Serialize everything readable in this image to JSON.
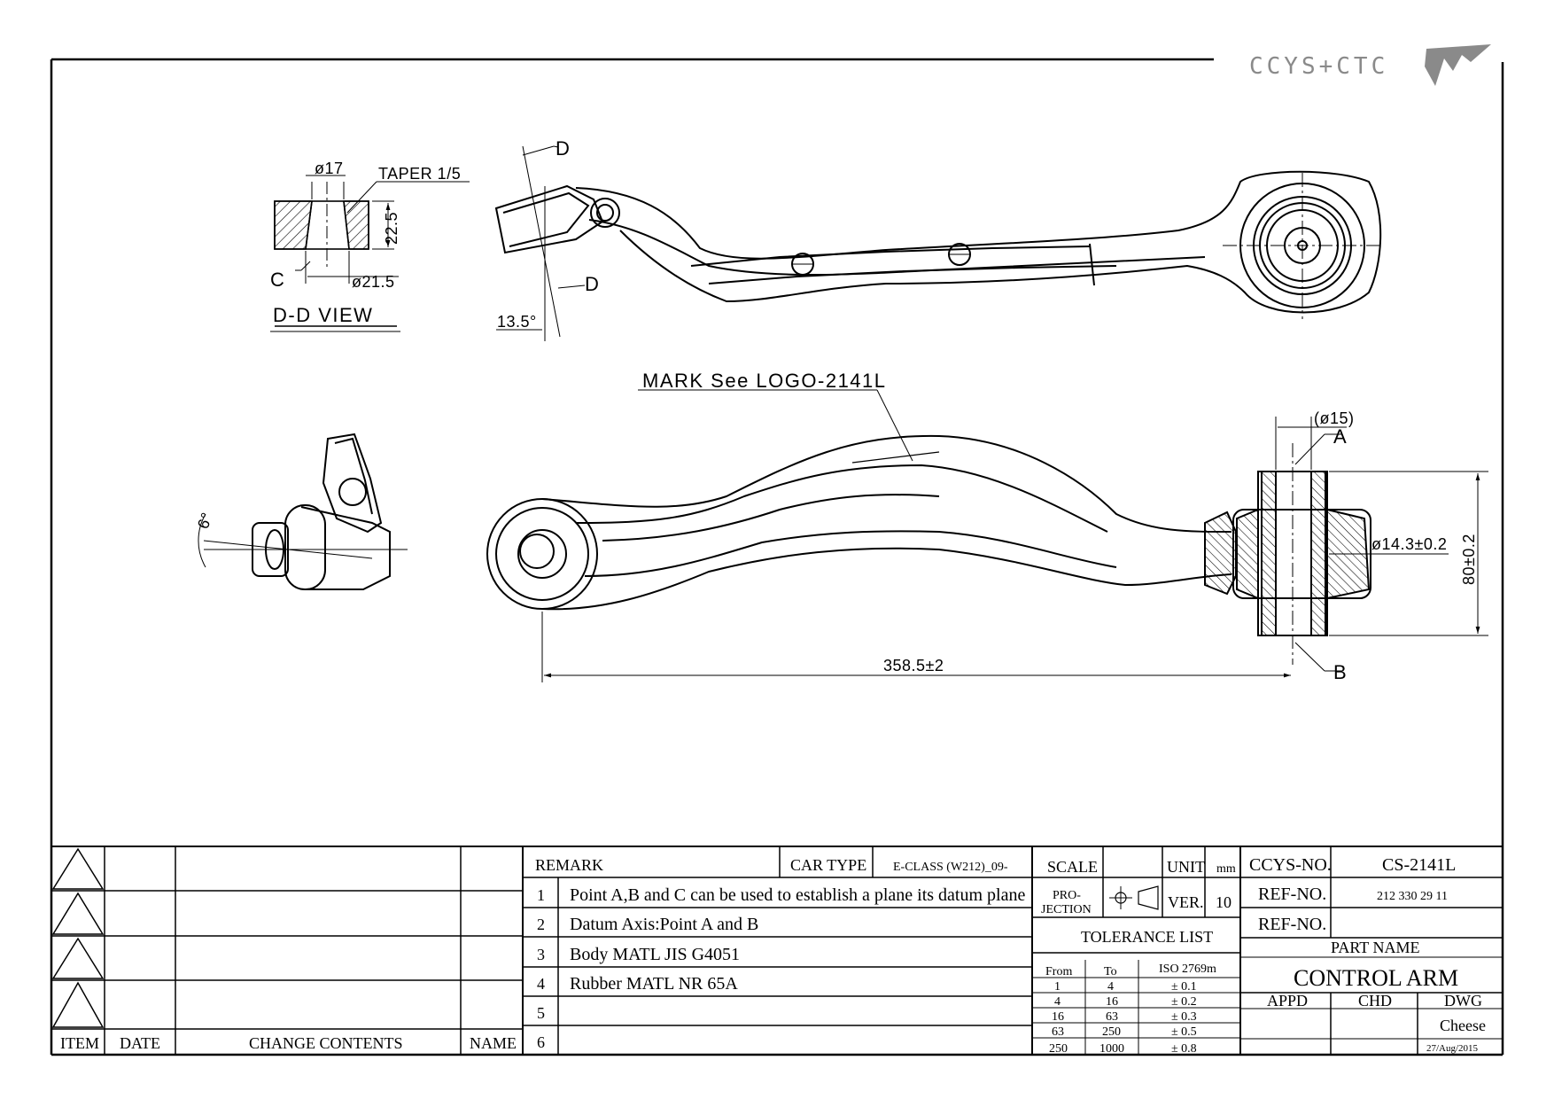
{
  "brand": {
    "logo_text": "CCYS+CTC",
    "logo_color": "#8a8a8a"
  },
  "dd_view": {
    "title": "D-D VIEW",
    "dia_top": "ø17",
    "dia_bottom": "ø21.5",
    "height": "22.5",
    "taper": "TAPER 1/5",
    "point_c": "C"
  },
  "top_view": {
    "section_mark_top": "D",
    "section_mark_bottom": "D",
    "angle": "13.5°"
  },
  "side_view": {
    "angle": "6°"
  },
  "front_view": {
    "mark_note": "MARK See LOGO-2141L",
    "bush_dia": "(ø15)",
    "point_a": "A",
    "point_b": "B",
    "inner_dia": "ø14.3±0.2",
    "height": "80±0.2",
    "length": "358.5±2"
  },
  "revision_table": {
    "headers": {
      "item": "ITEM",
      "date": "DATE",
      "change": "CHANGE CONTENTS",
      "name": "NAME"
    }
  },
  "remarks": {
    "header": "REMARK",
    "car_type_label": "CAR TYPE",
    "car_type_value": "E-CLASS (W212)_09-",
    "rows": [
      {
        "no": "1",
        "text": "Point A,B and C can be used to establish a plane its datum plane"
      },
      {
        "no": "2",
        "text": "Datum Axis:Point A and B"
      },
      {
        "no": "3",
        "text": "Body MATL JIS G4051"
      },
      {
        "no": "4",
        "text": "Rubber MATL NR 65A"
      },
      {
        "no": "5",
        "text": ""
      },
      {
        "no": "6",
        "text": ""
      }
    ]
  },
  "scale_block": {
    "scale_label": "SCALE",
    "unit_label": "UNIT",
    "unit_value": "mm",
    "projection_label_1": "PRO-",
    "projection_label_2": "JECTION",
    "ver_label": "VER.",
    "ver_value": "10"
  },
  "tolerance": {
    "title": "TOLERANCE LIST",
    "headers": {
      "from": "From",
      "to": "To",
      "std": "ISO 2769m"
    },
    "rows": [
      {
        "from": "1",
        "to": "4",
        "tol": "± 0.1"
      },
      {
        "from": "4",
        "to": "16",
        "tol": "± 0.2"
      },
      {
        "from": "16",
        "to": "63",
        "tol": "± 0.3"
      },
      {
        "from": "63",
        "to": "250",
        "tol": "± 0.5"
      },
      {
        "from": "250",
        "to": "1000",
        "tol": "± 0.8"
      }
    ]
  },
  "title_block": {
    "ccys_label": "CCYS-NO.",
    "ccys_value": "CS-2141L",
    "ref1_label": "REF-NO.",
    "ref1_value": "212 330 29 11",
    "ref2_label": "REF-NO.",
    "ref2_value": "",
    "part_name_label": "PART NAME",
    "part_name": "CONTROL ARM",
    "appd": "APPD",
    "chd": "CHD",
    "dwg": "DWG",
    "drawer": "Cheese",
    "date": "27/Aug/2015"
  }
}
